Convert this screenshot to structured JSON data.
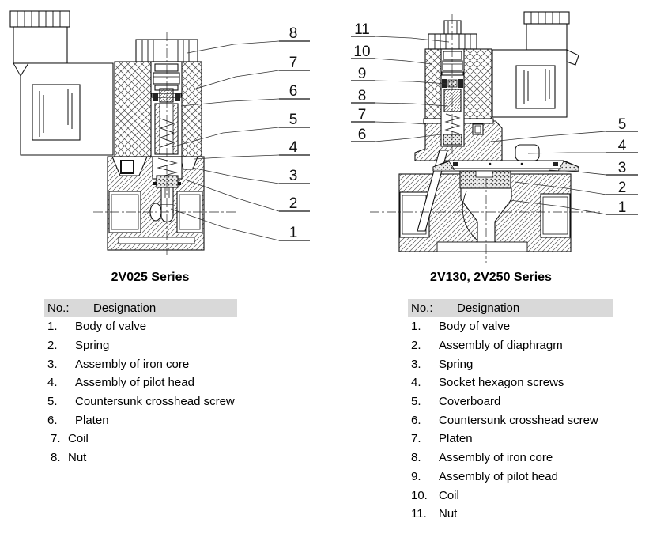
{
  "colors": {
    "header_bg": "#d9d9d9",
    "ink": "#111111"
  },
  "left_figure": {
    "title": "2V025 Series",
    "callouts": [
      "8",
      "7",
      "6",
      "5",
      "4",
      "3",
      "2",
      "1"
    ],
    "table": {
      "col_no": "No.:",
      "col_designation": "Designation",
      "rows": [
        {
          "no": "1.",
          "label": "Body of valve"
        },
        {
          "no": "2.",
          "label": "Spring"
        },
        {
          "no": "3.",
          "label": "Assembly of iron core"
        },
        {
          "no": "4.",
          "label": "Assembly of pilot head"
        },
        {
          "no": "5.",
          "label": "Countersunk crosshead screw"
        },
        {
          "no": "6.",
          "label": "Platen"
        },
        {
          "no": "7.",
          "label": "Coil"
        },
        {
          "no": "8.",
          "label": "Nut"
        }
      ]
    }
  },
  "right_figure": {
    "title": "2V130, 2V250 Series",
    "callouts_left": [
      "11",
      "10",
      "9",
      "8",
      "7",
      "6"
    ],
    "callouts_right": [
      "5",
      "4",
      "3",
      "2",
      "1"
    ],
    "table": {
      "col_no": "No.:",
      "col_designation": "Designation",
      "rows": [
        {
          "no": "1.",
          "label": "Body of valve"
        },
        {
          "no": "2.",
          "label": "Assembly of diaphragm"
        },
        {
          "no": "3.",
          "label": "Spring"
        },
        {
          "no": "4.",
          "label": "Socket hexagon screws"
        },
        {
          "no": "5.",
          "label": "Coverboard"
        },
        {
          "no": "6.",
          "label": "Countersunk crosshead screw"
        },
        {
          "no": "7.",
          "label": "Platen"
        },
        {
          "no": "8.",
          "label": "Assembly of iron core"
        },
        {
          "no": "9.",
          "label": "Assembly of pilot head"
        },
        {
          "no": "10.",
          "label": "Coil"
        },
        {
          "no": "11.",
          "label": "Nut"
        }
      ]
    }
  }
}
